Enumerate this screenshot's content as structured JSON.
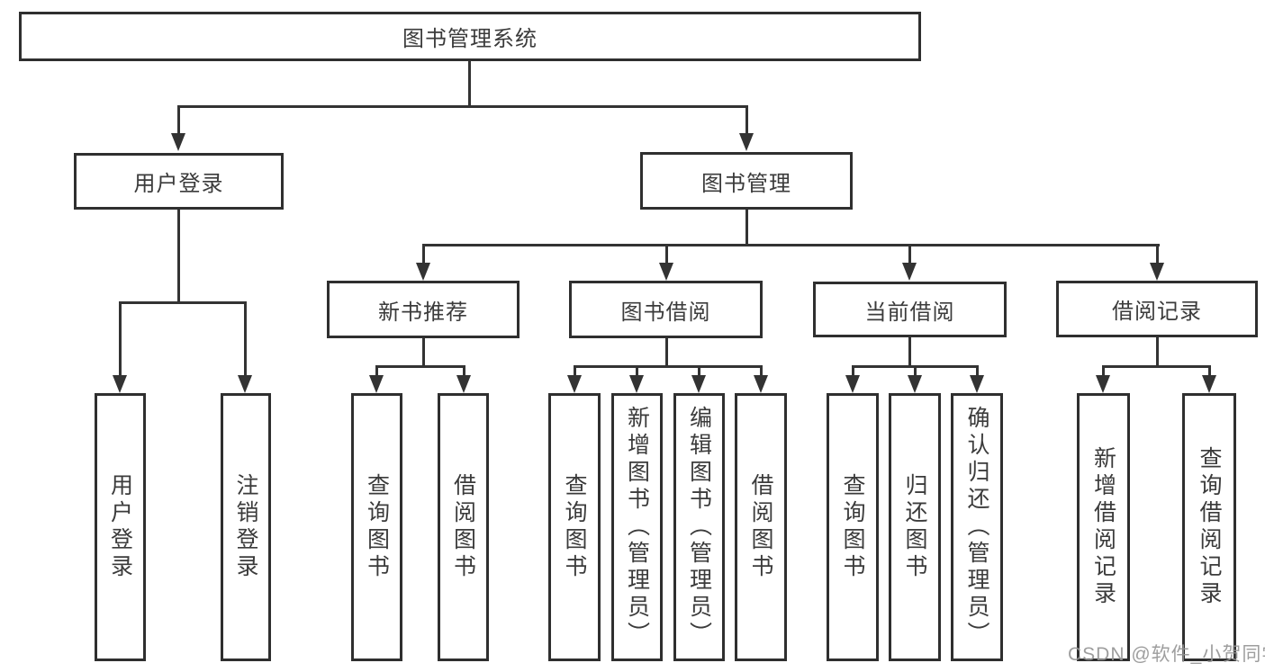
{
  "diagram": {
    "tree": {
      "label": "图书管理系统",
      "children": [
        {
          "label": "用户登录",
          "children": [
            {
              "label": "用户登录"
            },
            {
              "label": "注销登录"
            }
          ]
        },
        {
          "label": "图书管理",
          "children": [
            {
              "label": "新书推荐",
              "children": [
                {
                  "label": "查询图书"
                },
                {
                  "label": "借阅图书"
                }
              ]
            },
            {
              "label": "图书借阅",
              "children": [
                {
                  "label": "查询图书"
                },
                {
                  "label": "新增图书（管理员）"
                },
                {
                  "label": "编辑图书（管理员）"
                },
                {
                  "label": "借阅图书"
                }
              ]
            },
            {
              "label": "当前借阅",
              "children": [
                {
                  "label": "查询图书"
                },
                {
                  "label": "归还图书"
                },
                {
                  "label": "确认归还（管理员）"
                }
              ]
            },
            {
              "label": "借阅记录",
              "children": [
                {
                  "label": "新增借阅记录"
                },
                {
                  "label": "查询借阅记录"
                }
              ]
            }
          ]
        }
      ]
    },
    "watermark": "CSDN @软件_小贺同学",
    "colors": {
      "line": "#333333",
      "border": "#2f2f2f",
      "text": "#3b3b3b",
      "watermark": "#969696",
      "background": "#ffffff"
    }
  }
}
